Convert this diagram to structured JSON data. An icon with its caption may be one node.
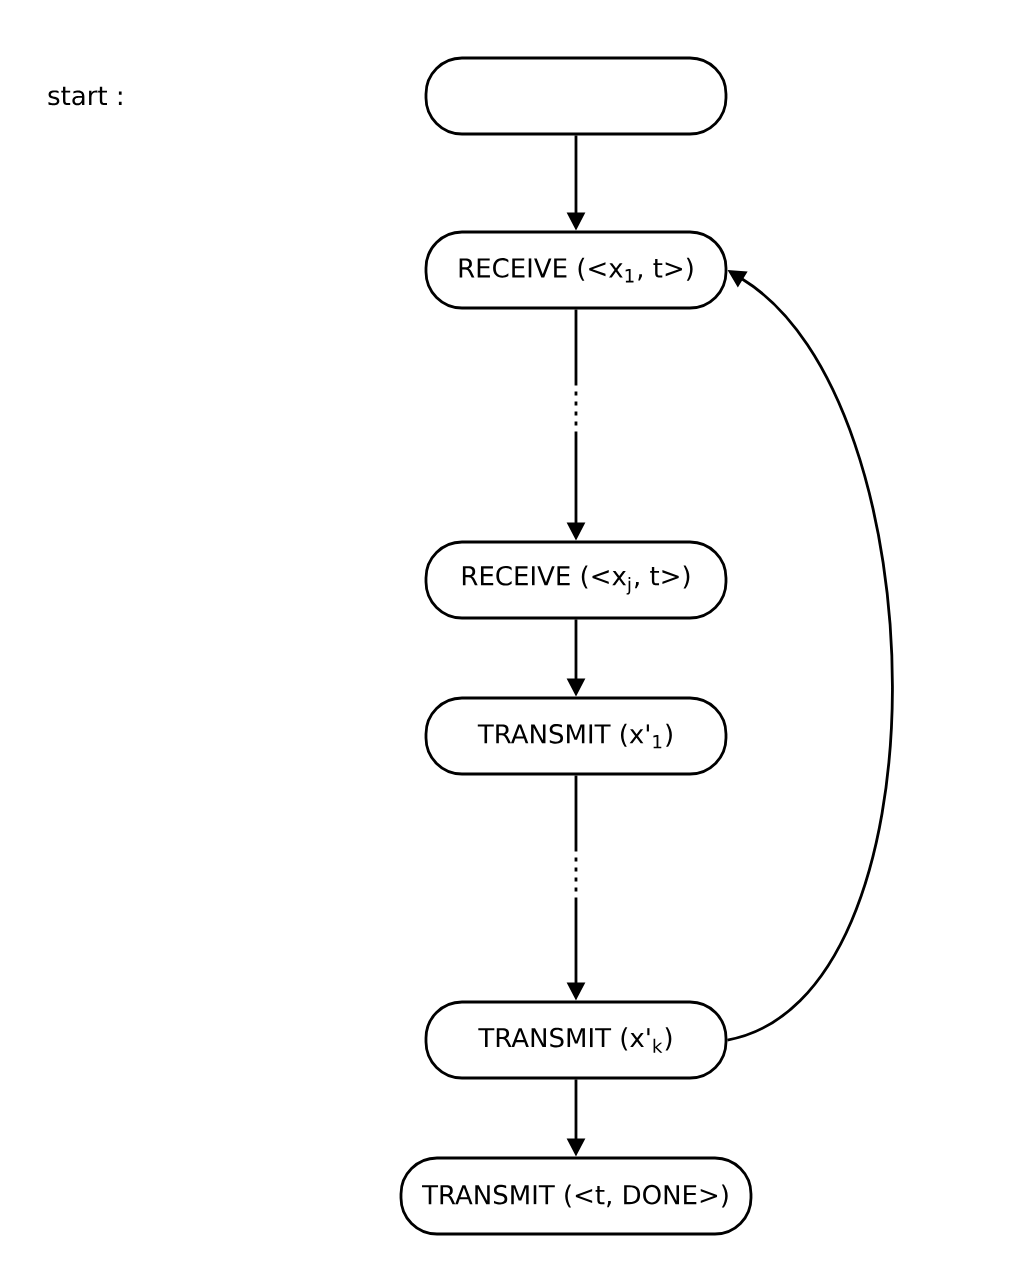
{
  "diagram": {
    "nodes": [
      {
        "text": [],
        "shape": "box"
      },
      {
        "text": [
          "RECEIVE (<x$_{1}$, t>)"
        ]
      },
      {
        "text": [
          "RECEIVE (<x$_{j}$, t>)"
        ]
      },
      {
        "text": [
          "TRANSMIT (x'$_{1}$)"
        ]
      },
      {
        "text": [
          "TRANSMIT (x'$_{k}$)"
        ]
      },
      {
        "text": [
          "TRANSMIT (<t, DONE>)"
        ]
      }
    ],
    "edges": [
      {
        "from": 0,
        "to": 1,
        "arrow": "to"
      },
      {
        "from": 1,
        "to": 2,
        "arrow": "to",
        "style": "dashed"
      },
      {
        "from": 2,
        "to": 3,
        "arrow": "to"
      },
      {
        "from": 3,
        "to": 4,
        "arrow": "to",
        "style": "dashed"
      },
      {
        "from": 4,
        "to": 5,
        "arrow": "to"
      },
      {
        "from": 4,
        "to": 1,
        "arrow": "to"
      }
    ],
    "labels": [
      "start :"
    ]
  }
}
